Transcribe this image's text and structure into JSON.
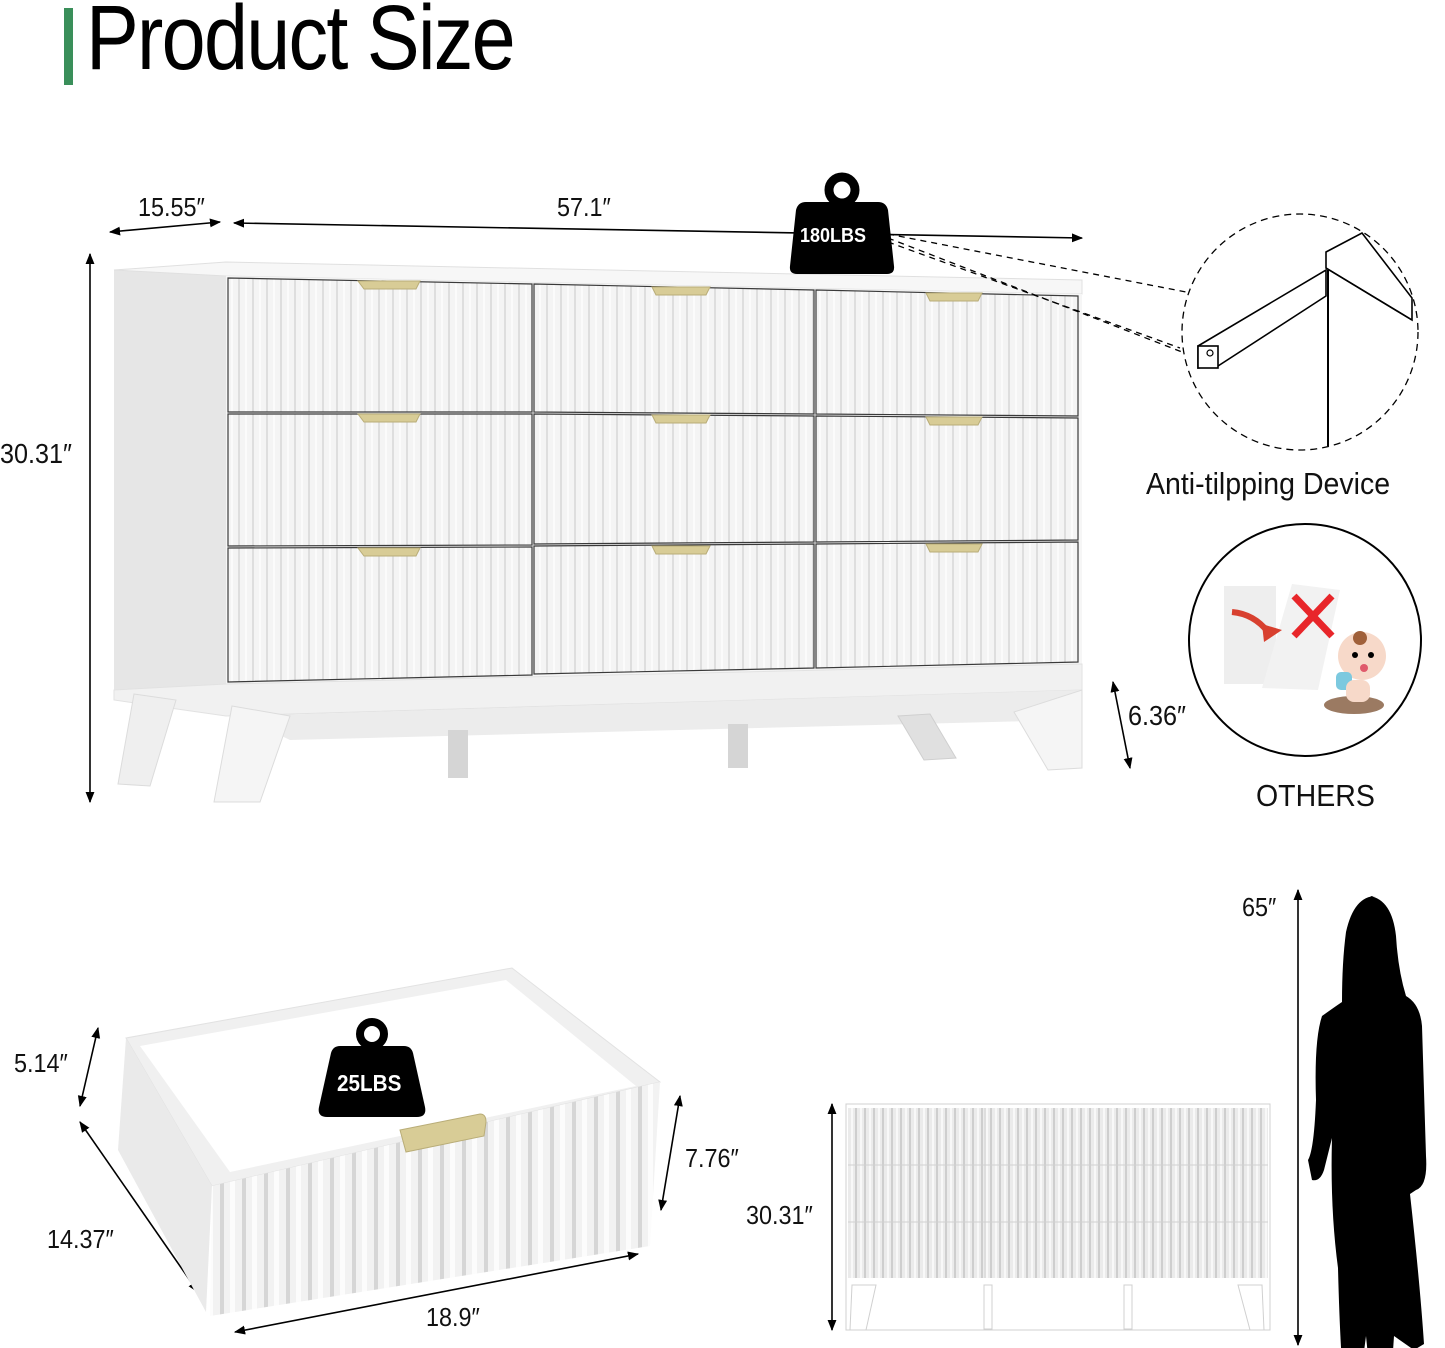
{
  "header": {
    "title": "Product Size",
    "accent_color": "#3a8f5a"
  },
  "dresser": {
    "dimensions": {
      "depth": "15.55″",
      "width": "57.1″",
      "height": "30.31″",
      "leg_height": "6.36″"
    },
    "weight_capacity": "180LBS",
    "drawer_count": 9,
    "handle_color": "#d8cc96",
    "body_color": "#f3f3f3"
  },
  "anti_tip": {
    "label": "Anti-tilpping Device",
    "icon": "wall-bracket-detail-icon"
  },
  "others": {
    "label": "OTHERS",
    "icon": "tipping-dresser-warning-icon",
    "warning_color": "#e8262a"
  },
  "drawer": {
    "dimensions": {
      "inner_height": "5.14″",
      "front_height": "7.76″",
      "depth": "14.37″",
      "width": "18.9″"
    },
    "weight_capacity": "25LBS"
  },
  "comparison": {
    "dresser_height": "30.31″",
    "person_height": "65″"
  }
}
